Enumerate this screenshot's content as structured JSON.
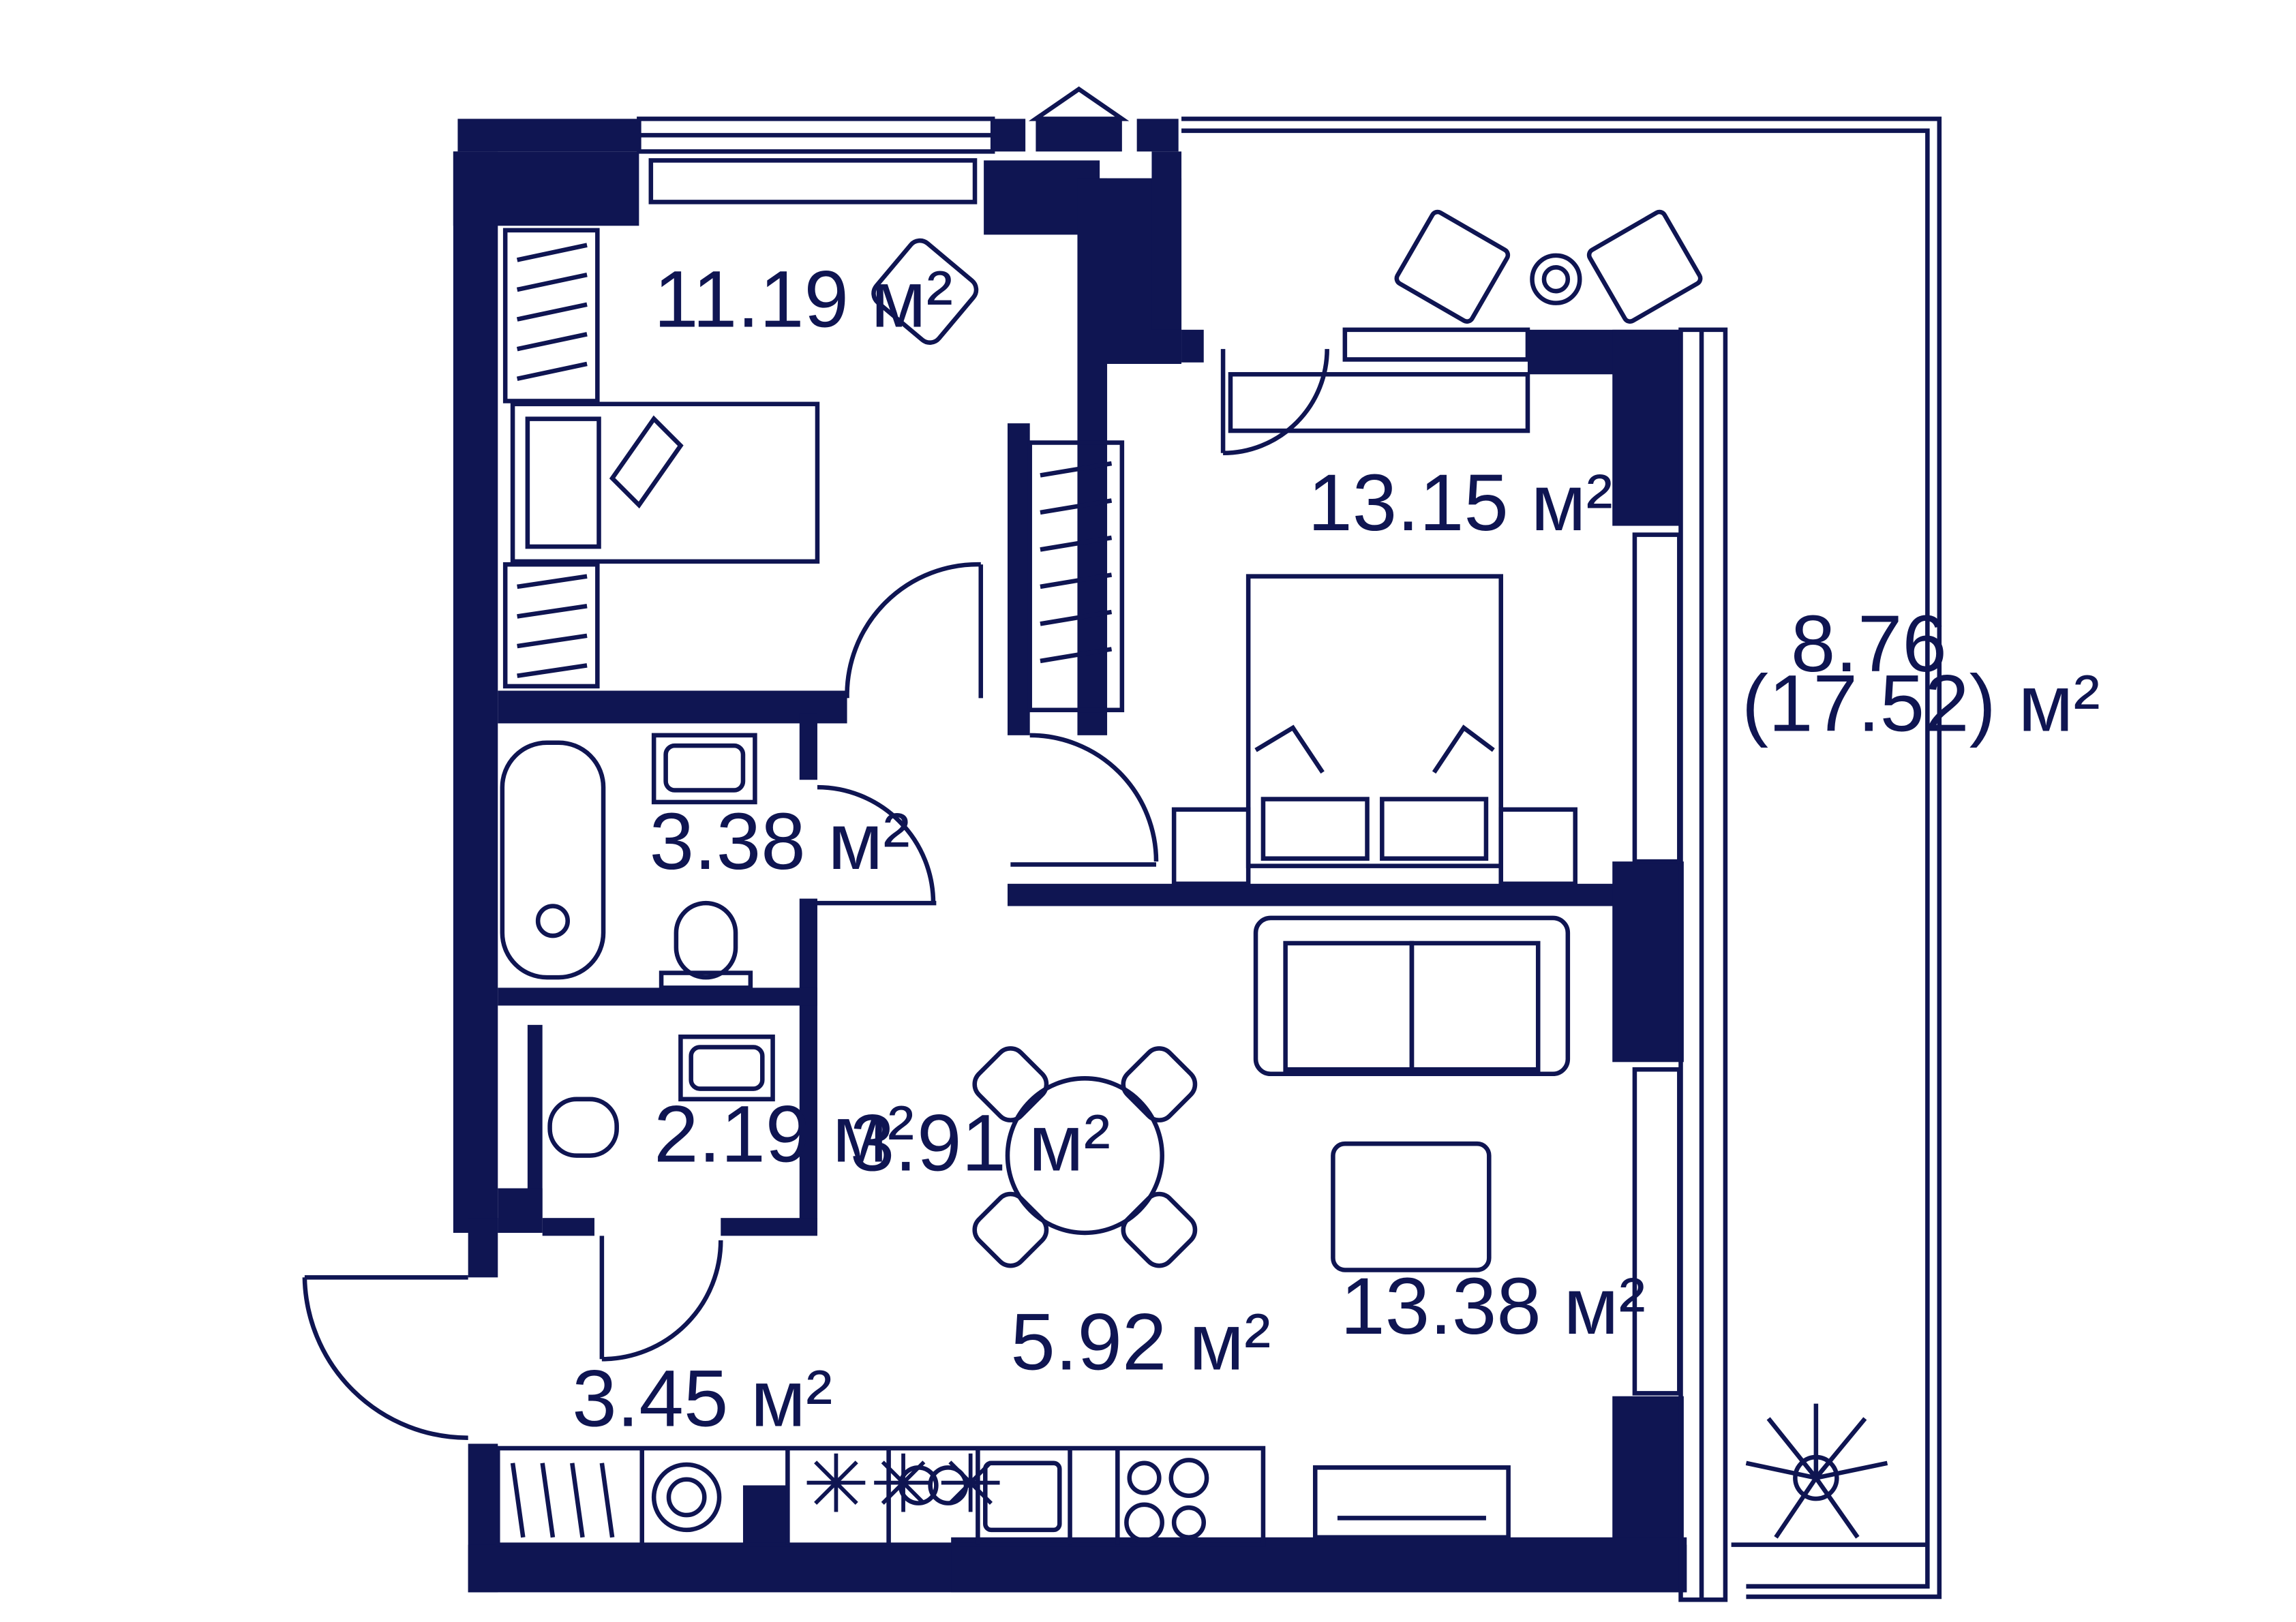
{
  "colors": {
    "ink": "#0f1552",
    "background": "#ffffff"
  },
  "rooms": [
    {
      "id": "bedroom-small",
      "area": "11.19 м²"
    },
    {
      "id": "bedroom-master",
      "area": "13.15 м²"
    },
    {
      "id": "balcony",
      "area_line1": "8.76",
      "area_line2": "(17.52) м²"
    },
    {
      "id": "bathroom",
      "area": "3.38 м²"
    },
    {
      "id": "wc",
      "area": "2.19 м²"
    },
    {
      "id": "dining",
      "area": "3.91 м²"
    },
    {
      "id": "hallway",
      "area": "3.45 м²"
    },
    {
      "id": "kitchen",
      "area": "5.92 м²"
    },
    {
      "id": "living",
      "area": "13.38 м²"
    }
  ],
  "icons": [
    "bed-icon",
    "double-bed-icon",
    "armchair-icon",
    "sofa-icon",
    "dining-table-icon",
    "bathtub-icon",
    "sink-icon",
    "toilet-icon",
    "washing-machine-icon",
    "stove-icon",
    "kitchen-sink-icon",
    "plant-icon",
    "wardrobe-icon",
    "door-icon"
  ]
}
